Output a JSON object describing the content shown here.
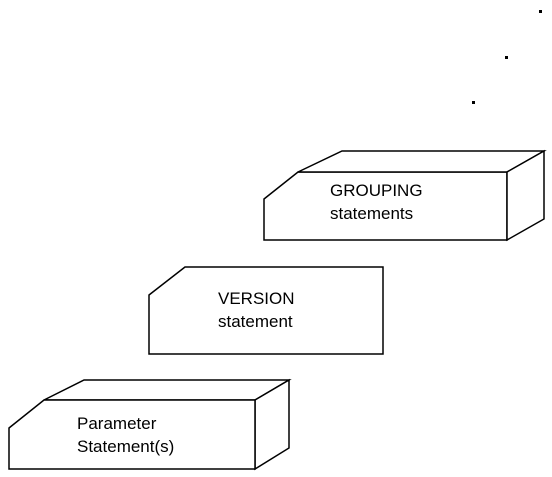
{
  "diagram": {
    "blocks": [
      {
        "id": "grouping",
        "line1": "GROUPING",
        "line2": "statements"
      },
      {
        "id": "version",
        "line1": "VERSION",
        "line2": "statement"
      },
      {
        "id": "parameter",
        "line1": "Parameter",
        "line2": "Statement(s)"
      }
    ],
    "continuation_dots": 3,
    "colors": {
      "stroke": "#000000",
      "fill": "#ffffff",
      "text": "#000000"
    }
  }
}
